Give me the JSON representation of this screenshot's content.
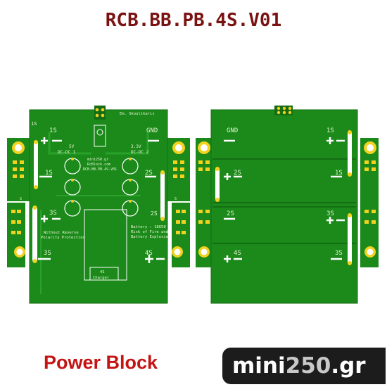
{
  "title": "RCB.BB.PB.4S.V01",
  "caption": "Power Block",
  "brand": {
    "prefix": "mini",
    "number": "250",
    "suffix": ".gr"
  },
  "colors": {
    "title": "#7a1212",
    "caption": "#c41414",
    "pcb": "#1b8a1b",
    "pcb_dark": "#146d14",
    "pad": "#f2d21f",
    "silk": "#ffffff"
  },
  "board_front": {
    "header_label": "Em. Skoulikaris",
    "labels": {
      "s1_corner": "1S",
      "s1_big": "1S",
      "gnd": "GND",
      "dc5v": "5V",
      "dc1": "DC-DC 1",
      "dc33v": "3.3V",
      "dc2": "DC-DC 2",
      "center1": "mini250.gr",
      "center2": "RcBlock.com",
      "center3": "RCB.BB.PB.4S.V01",
      "s1_left": "1S",
      "s2_right": "2S",
      "s2_right_low": "2S",
      "s3_big": "3S",
      "s3_bottom": "3S",
      "s4_bottom": "4S",
      "protect1": "Without Reverse",
      "protect2": "Polarity Protection",
      "warn1": "Battery : 18650",
      "warn2": "Risk of Fire and",
      "warn3": "Battery Explosion",
      "charger1": "4S",
      "charger2": "Charger",
      "side_left": "S",
      "side_right": "S"
    }
  },
  "board_back": {
    "labels": {
      "gnd": "GND",
      "s1_top": "1S",
      "s2_left": "2S",
      "s1_right": "1S",
      "s2_mid": "2S",
      "s3_right": "3S",
      "s4_left": "4S",
      "s3_bottom": "3S"
    }
  }
}
